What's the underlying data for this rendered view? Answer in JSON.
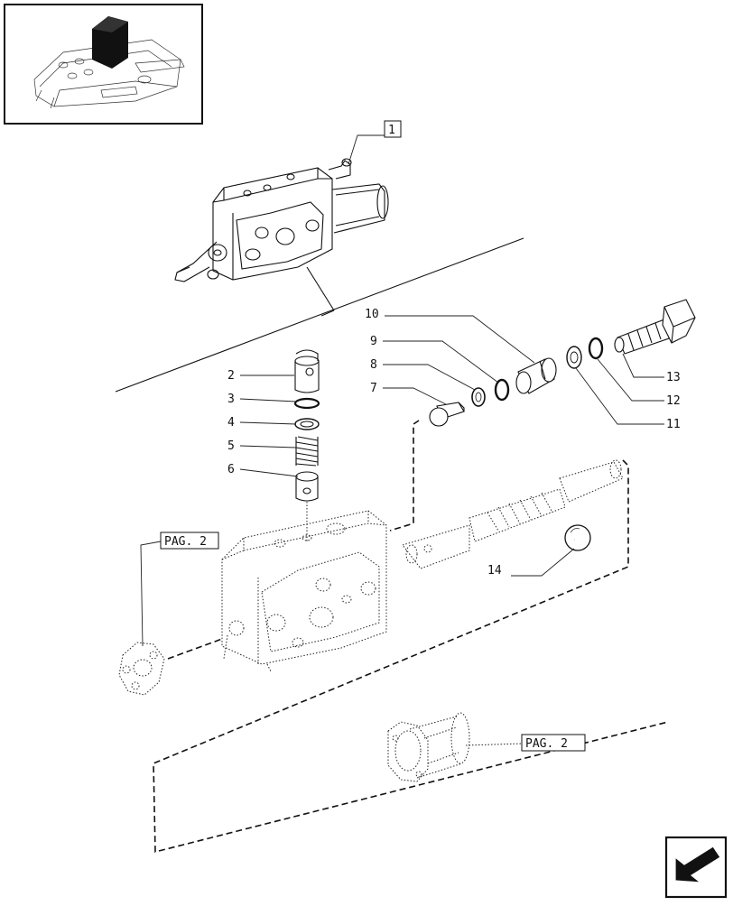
{
  "callouts": {
    "c1": "1",
    "c2": "2",
    "c3": "3",
    "c4": "4",
    "c5": "5",
    "c6": "6",
    "c7": "7",
    "c8": "8",
    "c9": "9",
    "c10": "10",
    "c11": "11",
    "c12": "12",
    "c13": "13",
    "c14": "14"
  },
  "page_refs": {
    "left": "PAG. 2",
    "bottom": "PAG. 2"
  },
  "icons": {
    "nav": "arrow-back-icon",
    "thumbnail": "assembly-locator-thumbnail"
  }
}
